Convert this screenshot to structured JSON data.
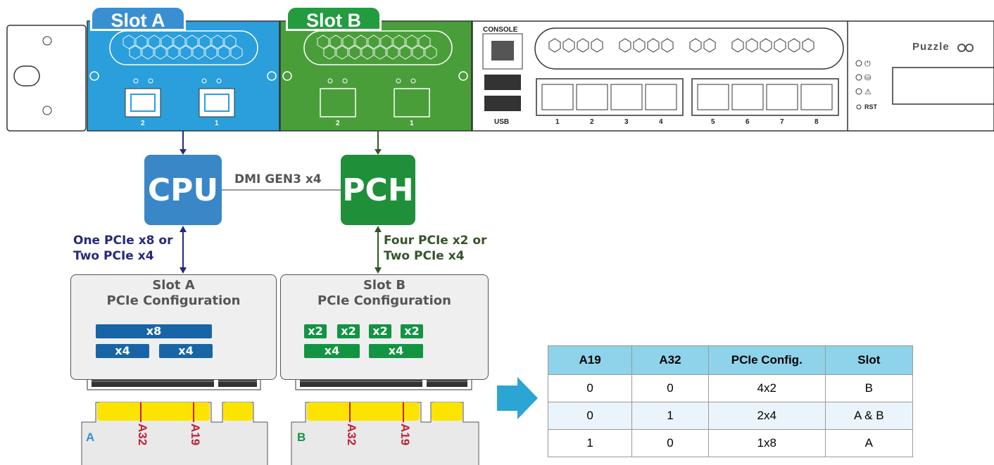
{
  "header": {
    "slot_a_tab": "Slot A",
    "slot_b_tab": "Slot B",
    "console_label": "CONSOLE",
    "usb_label": "USB",
    "rst_label": "RST",
    "brand": "Puzzle",
    "slot_a_port_labels": [
      "2",
      "1"
    ],
    "slot_b_port_labels": [
      "2",
      "1"
    ],
    "lan_port_labels": [
      "1",
      "2",
      "3",
      "4",
      "5",
      "6",
      "7",
      "8"
    ]
  },
  "blocks": {
    "cpu": "CPU",
    "pch": "PCH",
    "dmi_link": "DMI GEN3 x4"
  },
  "links": {
    "cpu_line1": "One PCIe x8 or",
    "cpu_line2": "Two PCIe x4",
    "pch_line1": "Four PCIe x2 or",
    "pch_line2": "Two PCIe x4"
  },
  "slot_a_config": {
    "title1": "Slot A",
    "title2": "PCIe Configuration",
    "lanes": [
      "x8",
      "x4",
      "x4"
    ]
  },
  "slot_b_config": {
    "title1": "Slot B",
    "title2": "PCIe Configuration",
    "lanes": [
      "x2",
      "x2",
      "x2",
      "x2",
      "x4",
      "x4"
    ]
  },
  "edge_a": {
    "letter": "A",
    "pins": [
      "A32",
      "A19"
    ]
  },
  "edge_b": {
    "letter": "B",
    "pins": [
      "A32",
      "A19"
    ]
  },
  "table": {
    "headers": [
      "A19",
      "A32",
      "PCIe Config.",
      "Slot"
    ],
    "rows": [
      [
        "0",
        "0",
        "4x2",
        "B"
      ],
      [
        "0",
        "1",
        "2x4",
        "A & B"
      ],
      [
        "1",
        "0",
        "1x8",
        "A"
      ]
    ]
  },
  "colors": {
    "slot_a_blue": "#2a9fdc",
    "cpu_blue": "#3a87c8",
    "slot_b_green": "#4a9e3a",
    "pch_green": "#1f8f3a",
    "lane_blue": "#1765a6",
    "lane_green": "#129443",
    "cpu_text": "#27287a",
    "pch_text": "#36532a",
    "edge_yellow": "#fde400",
    "pin_red": "#c01f36",
    "table_header": "#8ed3ea",
    "arrow": "#2aa5d4"
  }
}
